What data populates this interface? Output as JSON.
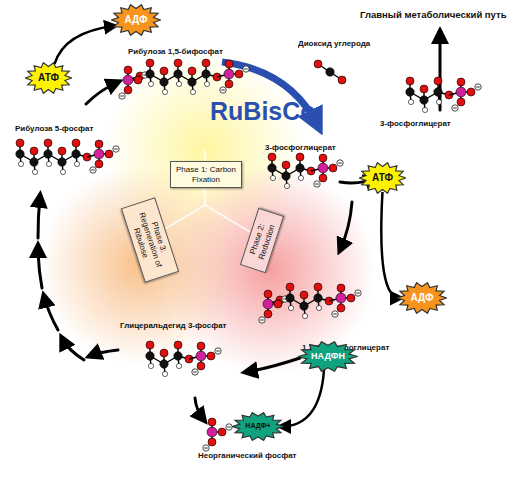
{
  "diagram": {
    "nodes": [
      {
        "text": [
          "АДФ"
        ]
      },
      {
        "text": [
          "АТФ"
        ]
      },
      {
        "text": [
          "Phase 1: Carbon Fixation"
        ]
      },
      {
        "text": [
          "Phase 3: Regeneration of Ribulose"
        ]
      },
      {
        "text": [
          "Phase 2: Reduction"
        ]
      },
      {
        "text": [
          "АТФ"
        ]
      },
      {
        "text": [
          "АДФ"
        ]
      },
      {
        "text": [
          "НАДФН"
        ]
      },
      {
        "text": [
          "НАДФ+"
        ]
      }
    ],
    "edges": [
      {
        "from": 1,
        "to": 0,
        "arrow": "to"
      },
      {
        "from": 5,
        "to": 6,
        "arrow": "to"
      },
      {
        "from": 7,
        "to": 8,
        "arrow": "to"
      }
    ],
    "labels": [
      "Главный метаболический путь",
      "Рибулоза 1,5-бифосфат",
      "Диоксид углерода",
      "RuBisCo",
      "3-фосфоглицерат",
      "Рибулоза 5-фосфат",
      "3-фосфоглицерат",
      "1,3-бифосфоглицерат",
      "Глицеральдегид 3-фосфат",
      "Неорганический фосфат"
    ]
  }
}
